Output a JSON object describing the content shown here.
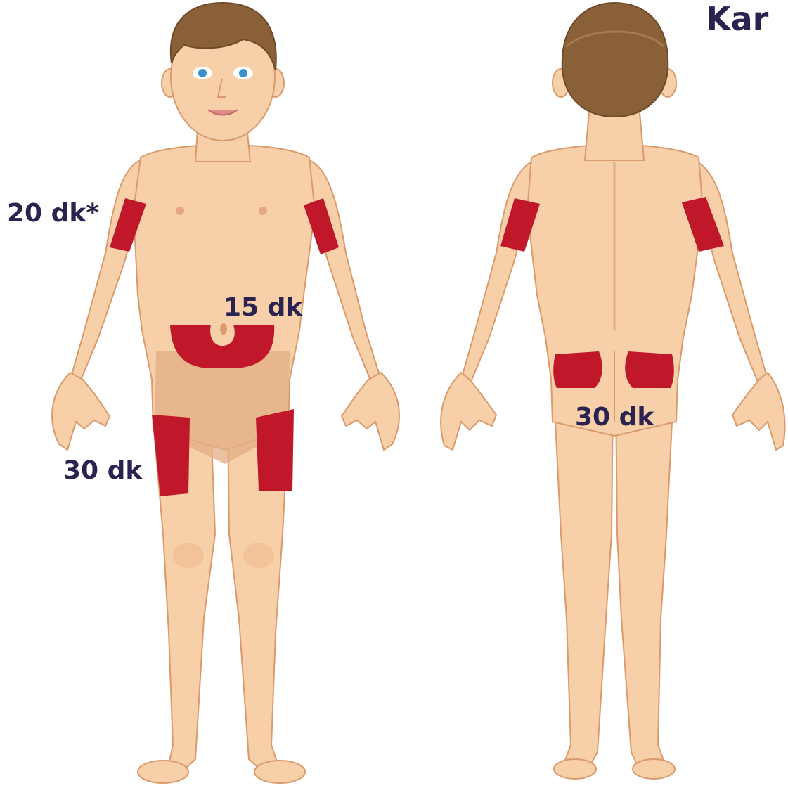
{
  "title": "Kar",
  "labels": {
    "arm": "20 dk*",
    "abdomen": "15 dk",
    "thigh": "30 dk",
    "buttocks": "30 dk"
  },
  "colors": {
    "skin": "#f7cfa8",
    "skin_shadow": "#eeb98f",
    "skin_outline": "#d99a6c",
    "hair": "#8a6038",
    "hair_dark": "#6f4a28",
    "zone": "#c0172b",
    "text": "#2a2350",
    "underwear": "#e3ae84"
  }
}
